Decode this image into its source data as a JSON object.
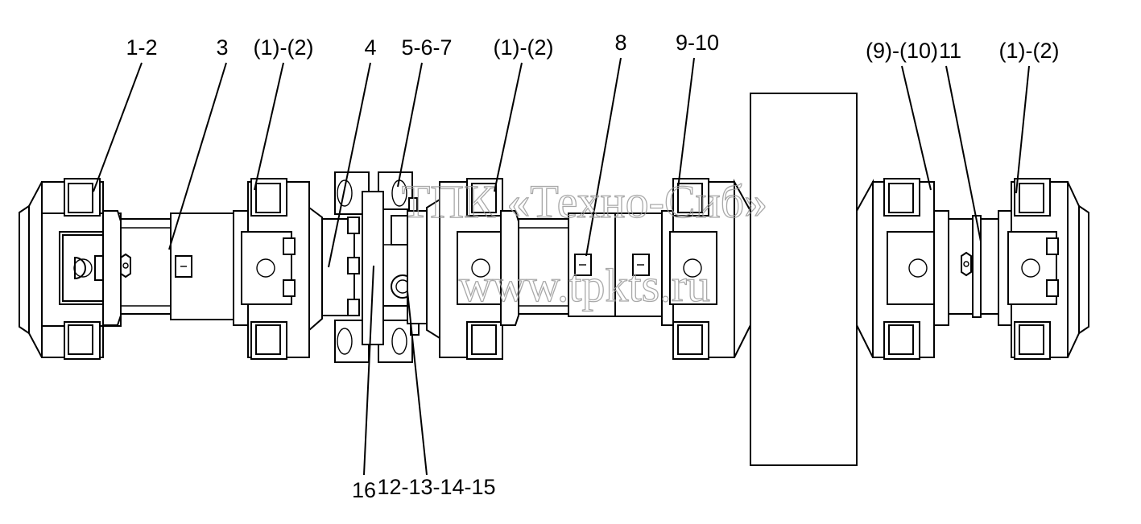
{
  "labels": {
    "l1": "1-2",
    "l2": "3",
    "l3": "(1)-(2)",
    "l4": "4",
    "l5": "5-6-7",
    "l6": "(1)-(2)",
    "l7": "8",
    "l8": "9-10",
    "l9": "(9)-(10)",
    "l10": "11",
    "l11": "(1)-(2)",
    "l12": "16",
    "l13": "12-13-14-15"
  },
  "watermark": {
    "line1": "ТПК «Техно-Сиб»",
    "line2": "www.tpkts.ru"
  }
}
